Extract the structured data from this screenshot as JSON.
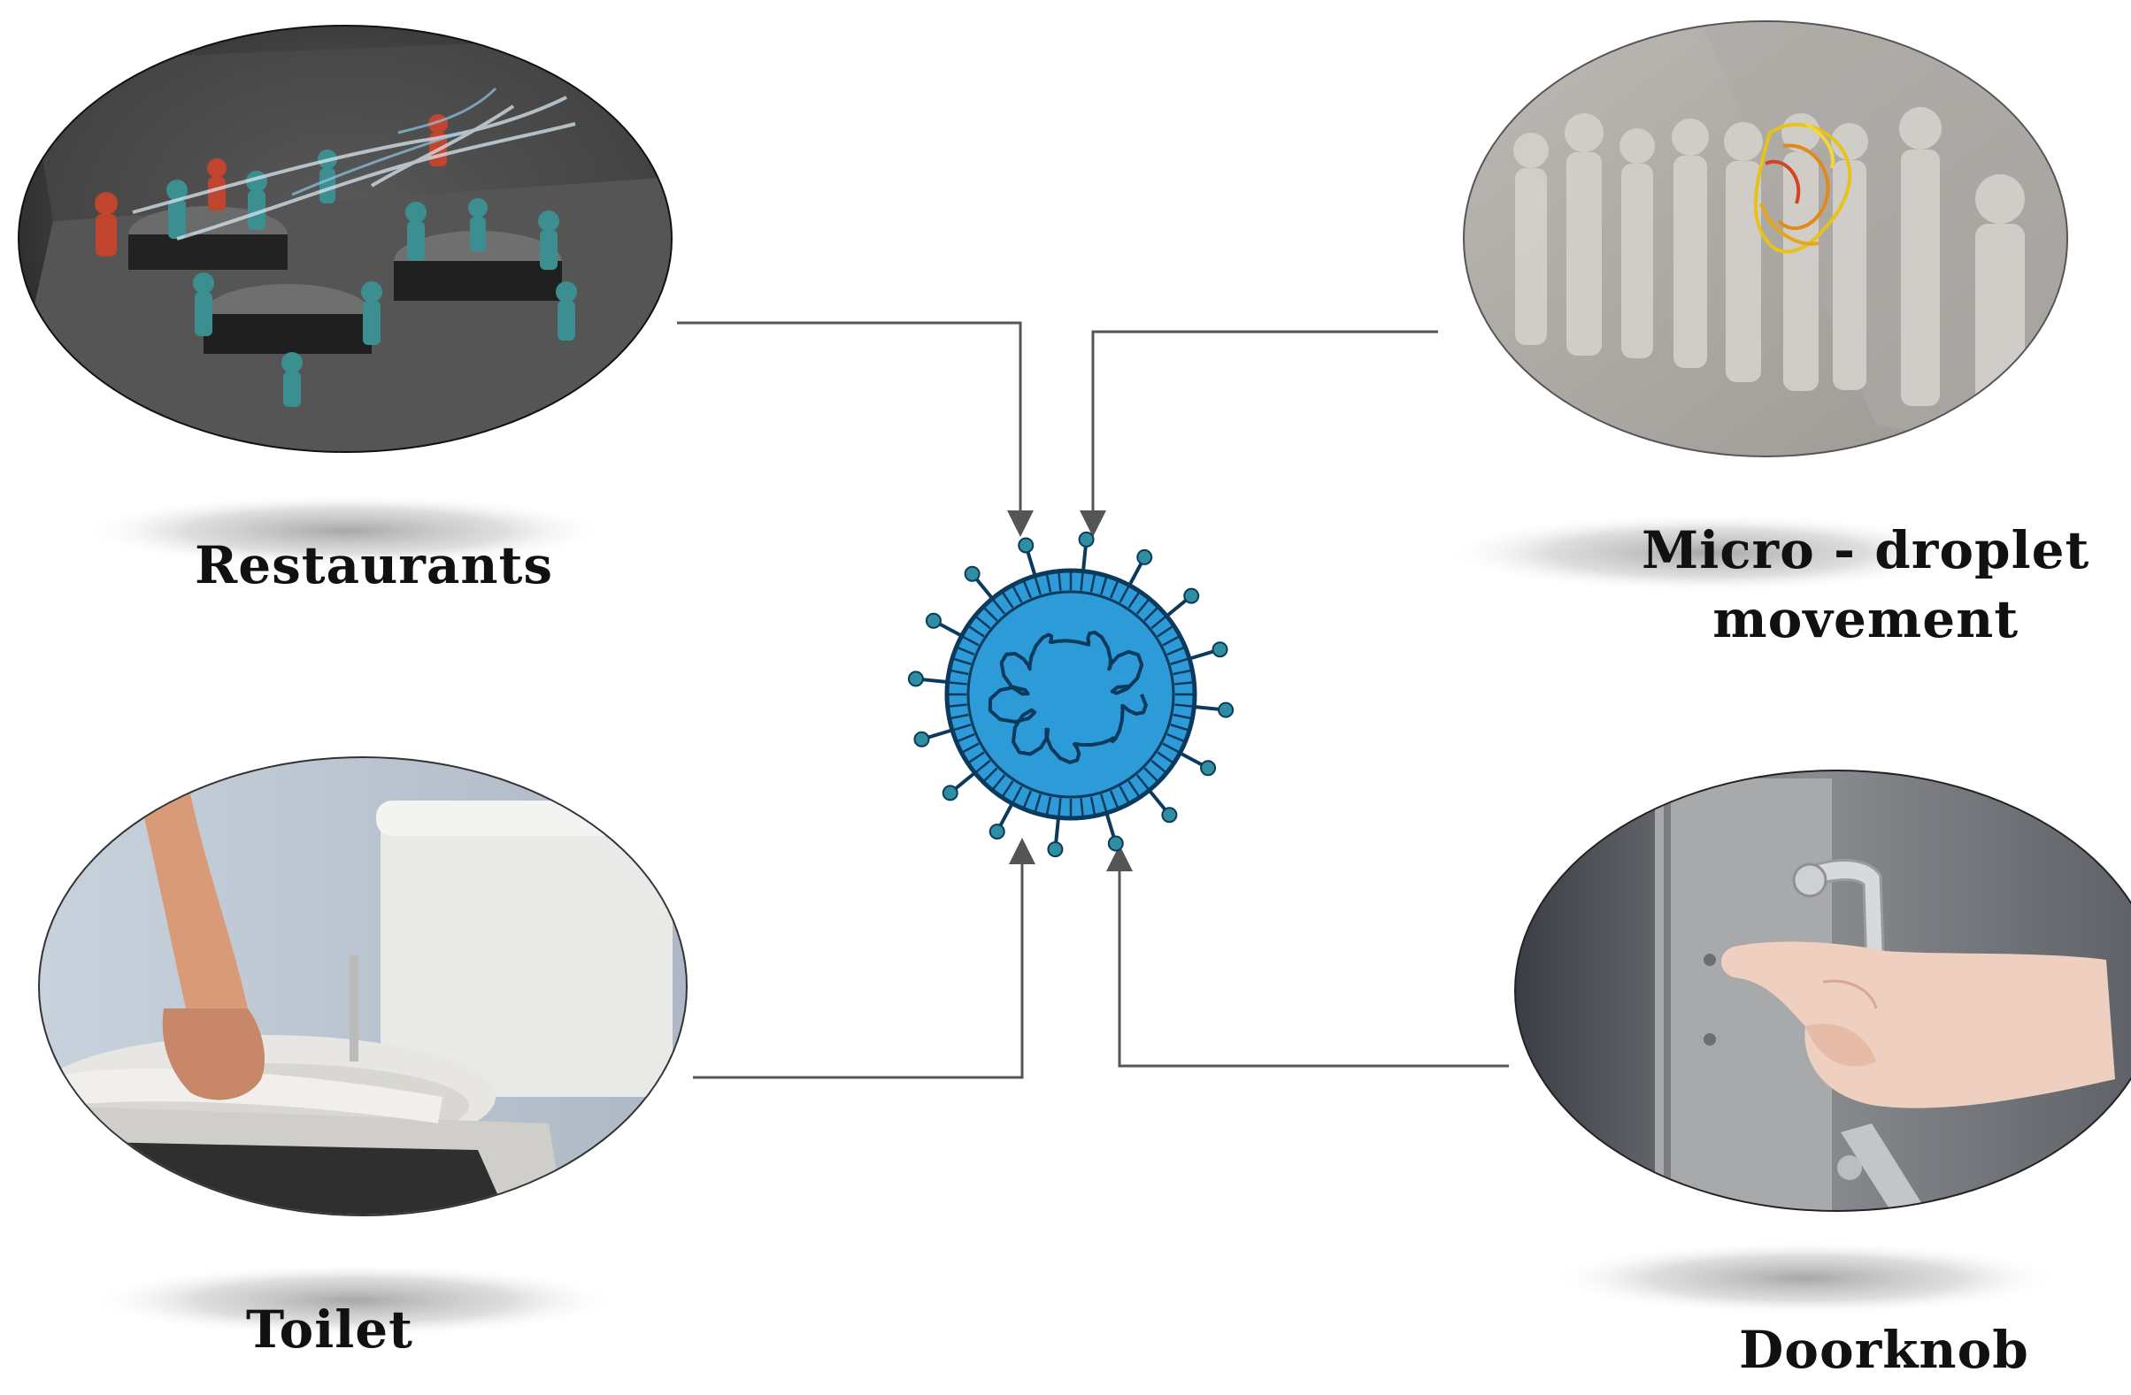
{
  "nodes": {
    "restaurants": {
      "label": "Restaurants"
    },
    "micro_droplet": {
      "label_line1": "Micro - droplet",
      "label_line2": "movement"
    },
    "toilet": {
      "label": "Toilet"
    },
    "doorknob": {
      "label": "Doorknob"
    }
  },
  "center": {
    "icon": "virus-icon"
  },
  "colors": {
    "arrow": "#555555",
    "virus_fill": "#2d9bd8",
    "virus_outline": "#0b3a5c",
    "virus_spike_tip": "#2f8ea0"
  }
}
